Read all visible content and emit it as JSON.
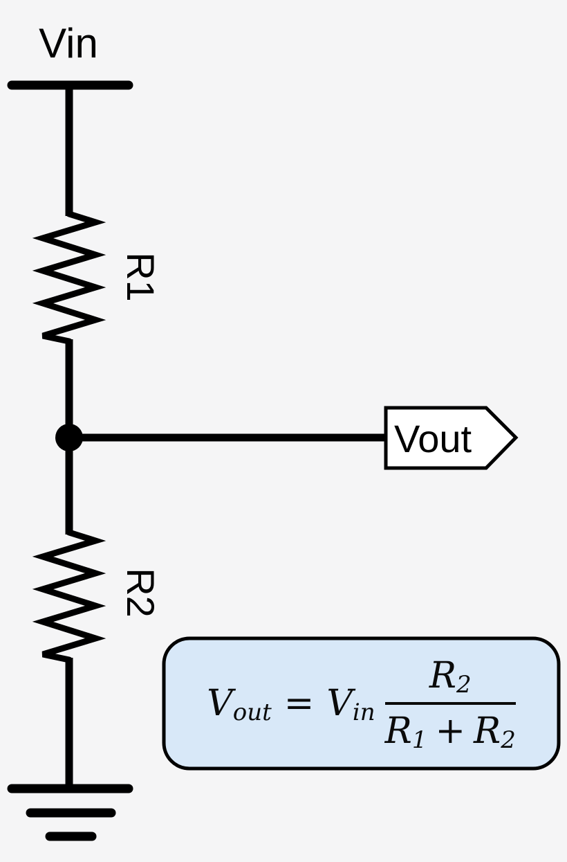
{
  "diagram": {
    "background_color": "#f5f5f6",
    "line_color": "#000000",
    "labels": {
      "vin": "Vin",
      "r1": "R1",
      "r2": "R2",
      "vout": "Vout"
    },
    "vout_flag": {
      "fill": "#ffffff"
    },
    "formula_box": {
      "fill": "#d8e8f8",
      "border": "#000000"
    },
    "formula": {
      "lhs_base": "V",
      "lhs_sub": "out",
      "equals": "=",
      "rhs_base": "V",
      "rhs_sub": "in",
      "numerator_base": "R",
      "numerator_sub": "2",
      "denominator_left_base": "R",
      "denominator_left_sub": "1",
      "denominator_operator": "+",
      "denominator_right_base": "R",
      "denominator_right_sub": "2"
    }
  }
}
